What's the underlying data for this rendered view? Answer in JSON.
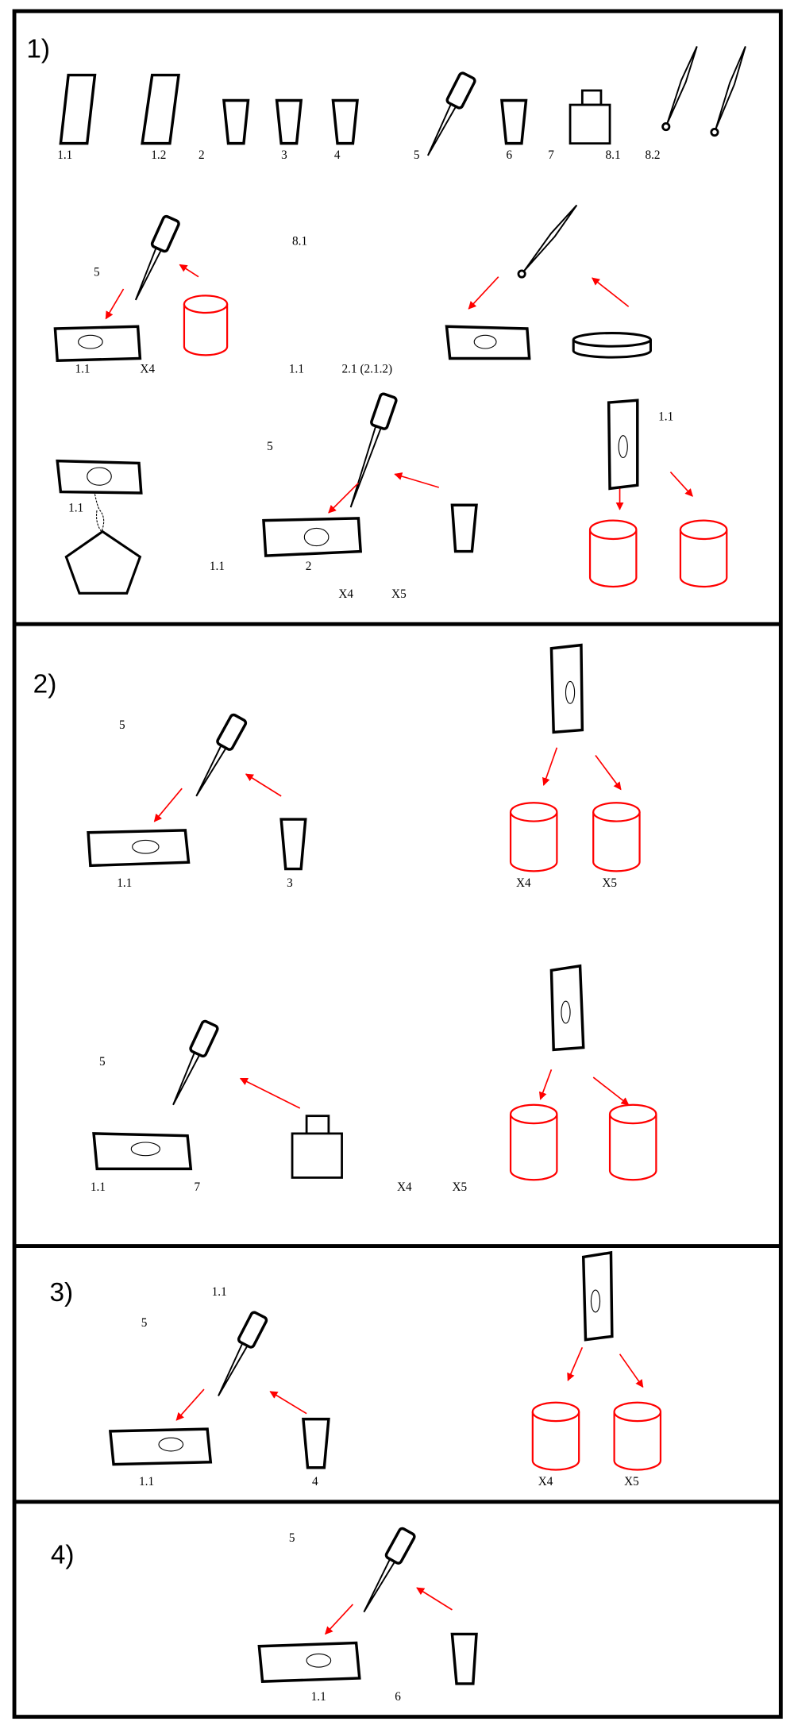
{
  "colors": {
    "ink": "#000000",
    "red": "#ff0000"
  },
  "sections": [
    {
      "step": "1)",
      "row1_labels": [
        "1.1",
        "1.2",
        "2",
        "3",
        "4",
        "5",
        "6",
        "7",
        "8.1",
        "8.2"
      ],
      "row2_labels": {
        "pipette": "5",
        "slide": "1.1",
        "tube": "X4",
        "loop": "8.1",
        "slide2": "1.1",
        "dish": "2.1 (2.1.2)"
      },
      "row3_labels": {
        "slide": "1.1",
        "pipette": "5",
        "slide2": "1.1",
        "cup": "2",
        "tube1": "X4",
        "tube2": "X5",
        "vertical_slide": "1.1"
      }
    },
    {
      "step": "2)",
      "a_labels": {
        "pipette": "5",
        "slide": "1.1",
        "cup": "3",
        "tube1": "X4",
        "tube2": "X5"
      },
      "b_labels": {
        "pipette": "5",
        "slide": "1.1",
        "bottle": "7",
        "tube1": "X4",
        "tube2": "X5"
      }
    },
    {
      "step": "3)",
      "labels": {
        "top": "1.1",
        "pipette": "5",
        "slide": "1.1",
        "cup": "4",
        "tube1": "X4",
        "tube2": "X5"
      }
    },
    {
      "step": "4)",
      "labels": {
        "pipette": "5",
        "slide": "1.1",
        "cup": "6"
      }
    }
  ]
}
